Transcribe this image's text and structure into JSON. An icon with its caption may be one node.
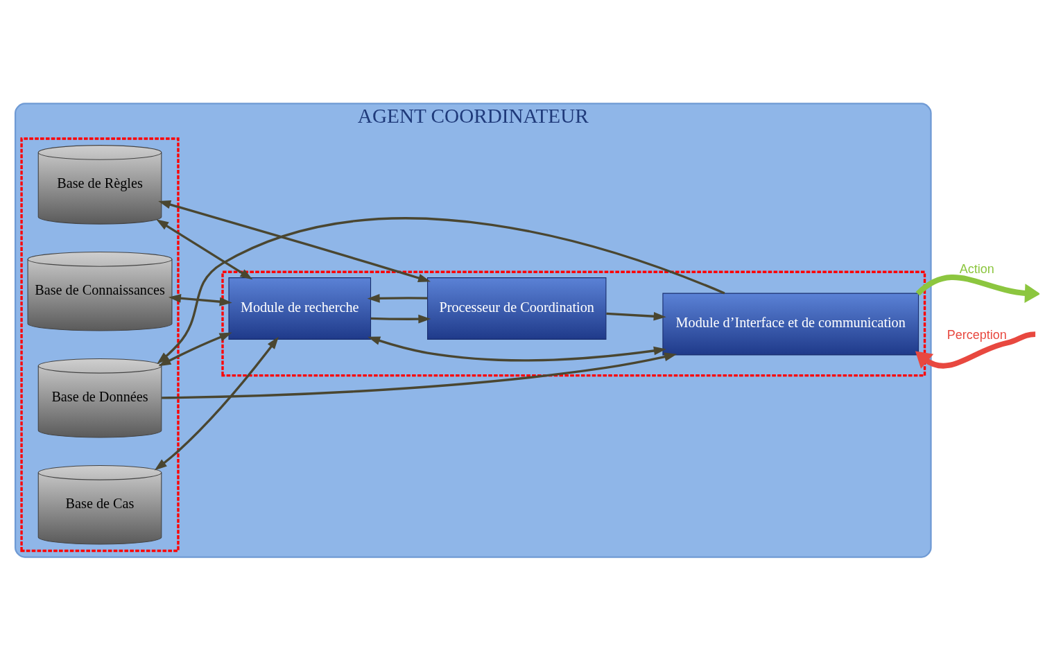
{
  "diagram": {
    "nodes": [
      {
        "text": [
          "AGENT COORDINATEUR"
        ]
      },
      {
        "text": [],
        "shape": "box",
        "in": 0
      },
      {
        "text": [
          "Base de Données"
        ],
        "in": 1
      },
      {
        "text": [
          "Base de Cas"
        ],
        "in": 1
      },
      {
        "text": [
          "Base de Connaissances"
        ],
        "in": 1
      },
      {
        "text": [
          "Base de Règles"
        ],
        "in": 1
      },
      {
        "text": [],
        "shape": "box",
        "in": 0
      },
      {
        "text": [
          "Module de recherche"
        ],
        "in": 6
      },
      {
        "text": [
          "Module d’Interface et de communication"
        ],
        "in": 6
      },
      {
        "text": [
          "Processeur de Coordination"
        ],
        "in": 6
      }
    ],
    "edges": [
      {
        "from": 2,
        "to": 8,
        "arrow": "to"
      },
      {
        "from": 8,
        "to": 2,
        "arrow": "to"
      },
      {
        "from": 2,
        "to": 7,
        "arrow": "both"
      },
      {
        "from": 3,
        "to": 7,
        "arrow": "both"
      },
      {
        "from": 4,
        "to": 7,
        "arrow": "both"
      },
      {
        "from": 5,
        "to": 7,
        "arrow": "both"
      },
      {
        "from": 5,
        "to": 9,
        "arrow": "both"
      },
      {
        "from": 7,
        "to": 8,
        "arrow": "both"
      },
      {
        "from": 9,
        "to": 7,
        "arrow": "to"
      },
      {
        "from": 7,
        "to": 9,
        "arrow": "to"
      },
      {
        "from": 9,
        "to": 8,
        "arrow": "to"
      },
      {
        "from": null,
        "to": 8,
        "arrow": "to",
        "label": "Perception",
        "style": "thick",
        "color": "#e8483f"
      },
      {
        "from": 8,
        "to": null,
        "arrow": "to",
        "label": "Action",
        "style": "thick",
        "color": "#8cc63f"
      }
    ]
  }
}
